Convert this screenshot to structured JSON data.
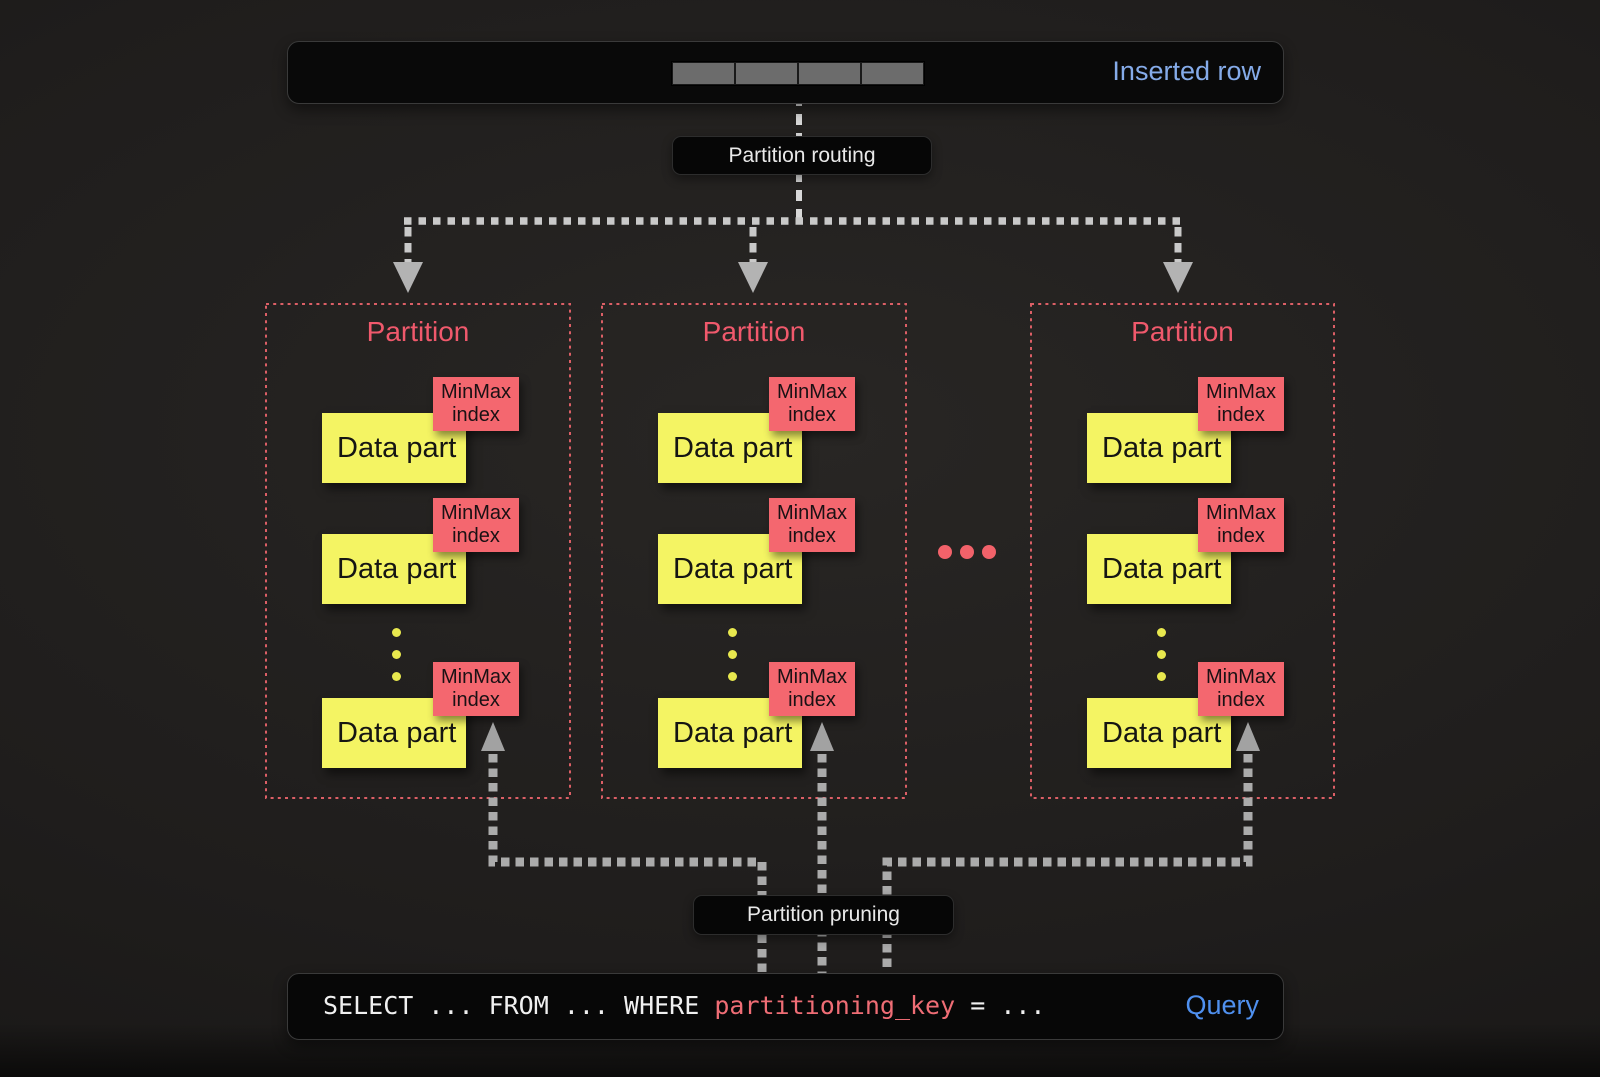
{
  "colors": {
    "background": "#1f1d1c",
    "panel_bg": "#090909",
    "inserted_row_blue": "#85abe9",
    "partition_red": "#f0596c",
    "partition_border_red": "#dc5f66",
    "note_yellow": "#f4f463",
    "tag_red": "#f4676f",
    "connector_gray": "#b3b3b3",
    "query_key_red": "#ef6d75",
    "query_label_blue": "#4f90ef"
  },
  "header_box": {
    "label": "Inserted row",
    "cell_count": 4
  },
  "flow_labels": {
    "routing": "Partition routing",
    "pruning": "Partition pruning"
  },
  "partitions": [
    {
      "title": "Partition",
      "parts": [
        {
          "label": "Data part",
          "tag": "MinMax index"
        },
        {
          "label": "Data part",
          "tag": "MinMax index"
        },
        {
          "label": "Data part",
          "tag": "MinMax index"
        }
      ]
    },
    {
      "title": "Partition",
      "parts": [
        {
          "label": "Data part",
          "tag": "MinMax index"
        },
        {
          "label": "Data part",
          "tag": "MinMax index"
        },
        {
          "label": "Data part",
          "tag": "MinMax index"
        }
      ]
    },
    {
      "title": "Partition",
      "parts": [
        {
          "label": "Data part",
          "tag": "MinMax index"
        },
        {
          "label": "Data part",
          "tag": "MinMax index"
        },
        {
          "label": "Data part",
          "tag": "MinMax index"
        }
      ]
    }
  ],
  "separator": {
    "type": "ellipsis-dots",
    "count": 3
  },
  "query_box": {
    "code_pre": "SELECT ... FROM ... WHERE ",
    "code_key": "partitioning_key",
    "code_post": " = ...",
    "label": "Query"
  }
}
